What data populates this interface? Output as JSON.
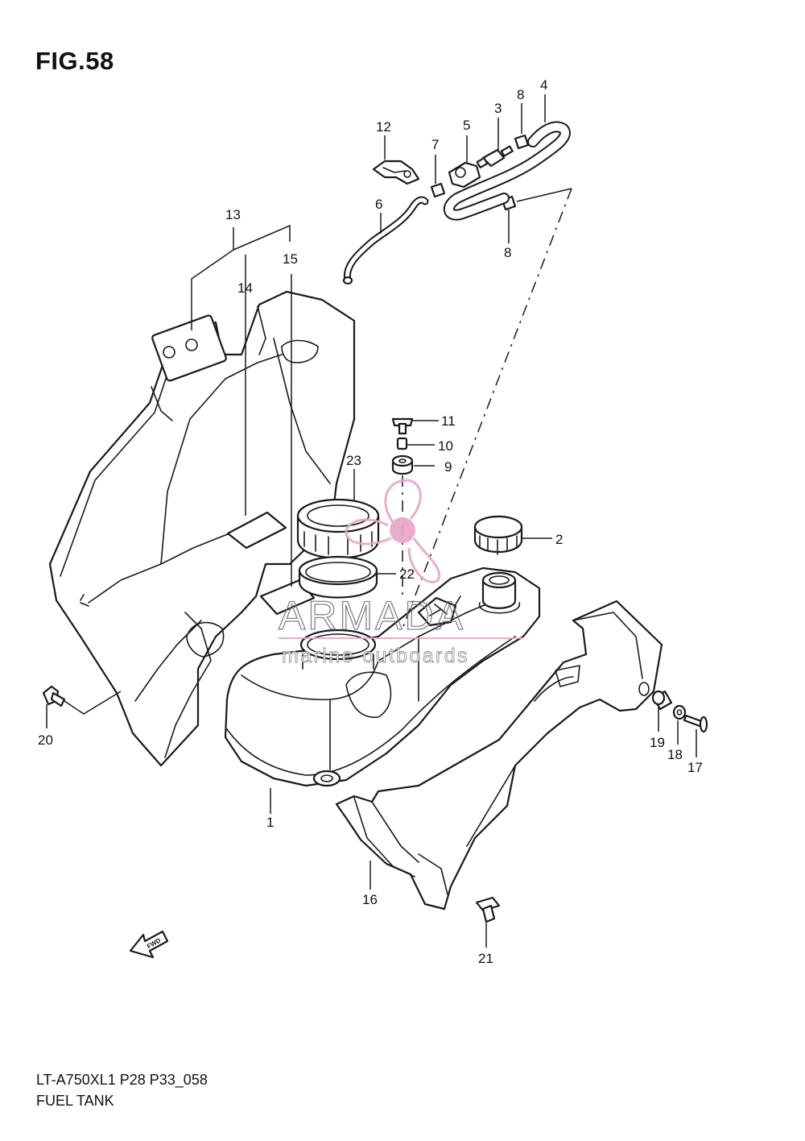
{
  "figure": {
    "title": "FIG.58",
    "code": "LT-A750XL1 P28 P33_058",
    "name": "FUEL TANK"
  },
  "watermark": {
    "brand": "ARMADA",
    "tagline": "marine outboards",
    "color": "#e6a5c8"
  },
  "direction_badge": "FWD",
  "callouts": {
    "c1": "1",
    "c2": "2",
    "c3": "3",
    "c4": "4",
    "c5": "5",
    "c6": "6",
    "c7": "7",
    "c8a": "8",
    "c8b": "8",
    "c9": "9",
    "c10": "10",
    "c11": "11",
    "c12": "12",
    "c13": "13",
    "c14": "14",
    "c15": "15",
    "c16": "16",
    "c17": "17",
    "c18": "18",
    "c19": "19",
    "c20": "20",
    "c21": "21",
    "c22": "22",
    "c23": "23"
  }
}
